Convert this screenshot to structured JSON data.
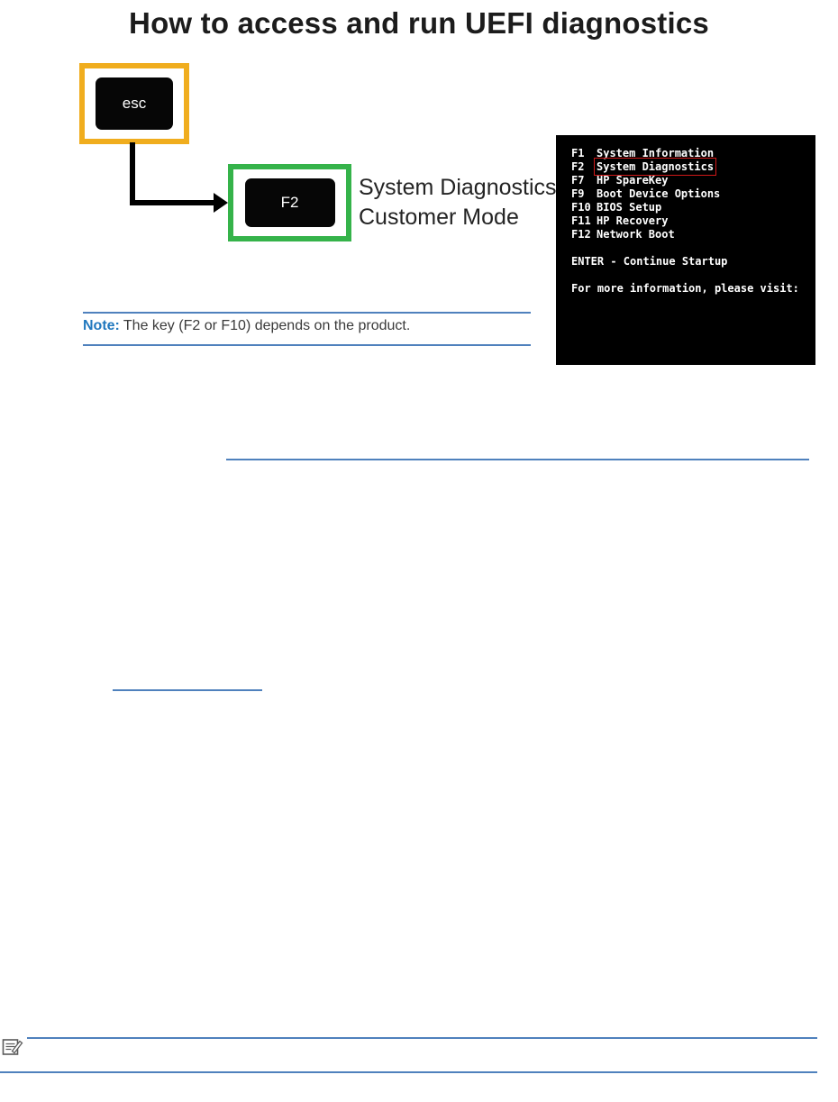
{
  "page": {
    "title": "How to access and run UEFI diagnostics"
  },
  "diagram": {
    "esc_key": "esc",
    "f2_key": "F2",
    "caption_line1": "System Diagnostics",
    "caption_line2": "Customer Mode",
    "note": {
      "label": "Note:",
      "text": "The key (F2 or F10) depends on the product."
    }
  },
  "bios_screen": {
    "menu": [
      {
        "key": "F1",
        "label": "System Information"
      },
      {
        "key": "F2",
        "label": "System Diagnostics"
      },
      {
        "key": "F7",
        "label": "HP SpareKey"
      },
      {
        "key": "F9",
        "label": "Boot Device Options"
      },
      {
        "key": "F10",
        "label": "BIOS Setup"
      },
      {
        "key": "F11",
        "label": "HP Recovery"
      },
      {
        "key": "F12",
        "label": "Network Boot"
      }
    ],
    "enter_line": "ENTER - Continue Startup",
    "info_line": "For more information, please visit:"
  },
  "icons": {
    "footer_icon": "note-paper-pencil-icon"
  },
  "colors": {
    "esc_highlight_border": "#f0ad1e",
    "f2_highlight_border": "#35b34a",
    "note_label_blue": "#2178be",
    "rule_blue": "#4f81bd",
    "menu_highlight_red": "#d01818",
    "bios_background": "#000000",
    "bios_text": "#ffffff"
  }
}
